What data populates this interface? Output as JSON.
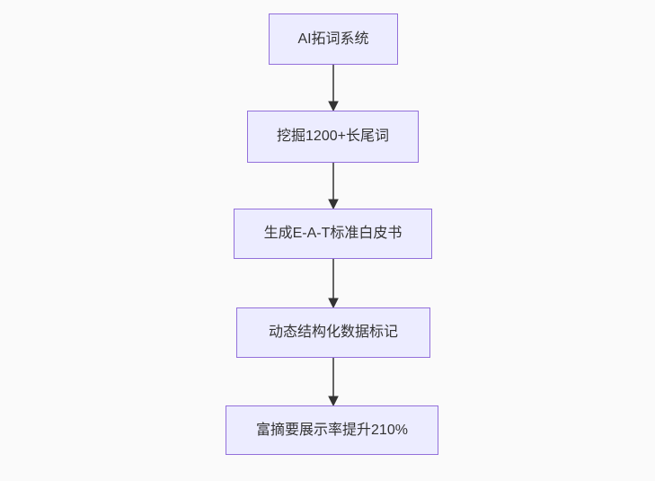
{
  "diagram": {
    "type": "flowchart",
    "direction": "top-down",
    "nodes": [
      {
        "label": "AI拓词系统"
      },
      {
        "label": "挖掘1200+长尾词"
      },
      {
        "label": "生成E-A-T标准白皮书"
      },
      {
        "label": "动态结构化数据标记"
      },
      {
        "label": "富摘要展示率提升210%"
      }
    ],
    "edges": [
      {
        "from": "AI拓词系统",
        "to": "挖掘1200+长尾词"
      },
      {
        "from": "挖掘1200+长尾词",
        "to": "生成E-A-T标准白皮书"
      },
      {
        "from": "生成E-A-T标准白皮书",
        "to": "动态结构化数据标记"
      },
      {
        "from": "动态结构化数据标记",
        "to": "富摘要展示率提升210%"
      }
    ]
  },
  "colors": {
    "canvas-bg": "#fafafa",
    "node-fill": "#ececff",
    "node-border": "#9370db",
    "node-text": "#333333",
    "edge-line": "#333333"
  }
}
